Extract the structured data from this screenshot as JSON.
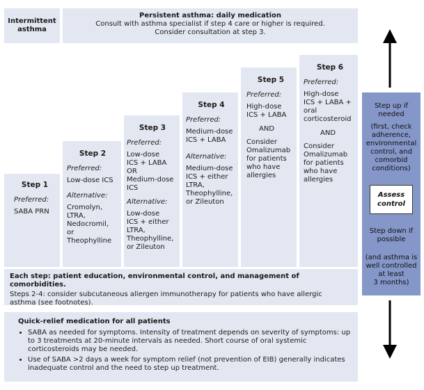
{
  "intermittent": {
    "title": "Intermittent\nasthma"
  },
  "persistent": {
    "title": "Persistent asthma: daily medication",
    "line1": "Consult with asthma specialist if step 4 care or higher is required.",
    "line2": "Consider consultation at step 3."
  },
  "steps": [
    {
      "title": "Step 1",
      "preferred_label": "Preferred:",
      "preferred": "SABA PRN"
    },
    {
      "title": "Step 2",
      "preferred_label": "Preferred:",
      "preferred": "Low-dose ICS",
      "alternative_label": "Alternative:",
      "alternative": "Cromolyn,\nLTRA,\nNedocromil,\nor\nTheophylline"
    },
    {
      "title": "Step 3",
      "preferred_label": "Preferred:",
      "preferred": "Low-dose\nICS + LABA\nOR\nMedium-dose\nICS",
      "alternative_label": "Alternative:",
      "alternative": "Low-dose\nICS + either\nLTRA,\nTheophylline,\nor Zileuton"
    },
    {
      "title": "Step 4",
      "preferred_label": "Preferred:",
      "preferred": "Medium-dose\nICS + LABA",
      "alternative_label": "Alternative:",
      "alternative": "Medium-dose\nICS + either\nLTRA,\nTheophylline,\nor Zileuton"
    },
    {
      "title": "Step 5",
      "preferred_label": "Preferred:",
      "preferred": "High-dose\nICS + LABA",
      "and": "AND",
      "consider": "Consider\nOmalizumab\nfor patients\nwho have\nallergies"
    },
    {
      "title": "Step 6",
      "preferred_label": "Preferred:",
      "preferred": "High-dose\nICS + LABA +\noral\ncorticosteroid",
      "and": "AND",
      "consider": "Consider\nOmalizumab\nfor patients\nwho have\nallergies"
    }
  ],
  "each_step": {
    "title": "Each step: patient education, environmental control, and management of comorbidities.",
    "text": "Steps 2-4: consider subcutaneous allergen immunotherapy for patients who have allergic\nasthma (see footnotes)."
  },
  "quick_relief": {
    "title": "Quick-relief medication for all patients",
    "bullets": [
      "SABA as needed for symptoms. Intensity of treatment depends on severity of symptoms: up to 3 treatments at 20-minute intervals as needed. Short course of oral systemic corticosteroids may be needed.",
      "Use of SABA >2 days a week for symptom relief (not prevention of EIB) generally indicates inadequate control and the need to step up treatment."
    ]
  },
  "side_panel": {
    "step_up": "Step up if\nneeded",
    "step_up_note": "(first, check\nadherence,\nenvironmental\ncontrol, and\ncomorbid\nconditions)",
    "assess": "Assess\ncontrol",
    "step_down": "Step down if\npossible",
    "step_down_note": "(and asthma is\nwell controlled\nat least\n3 months)"
  },
  "colors": {
    "box_fill": "#e3e7f1",
    "side_panel_fill": "#8596c8",
    "arrow": "#000000"
  }
}
